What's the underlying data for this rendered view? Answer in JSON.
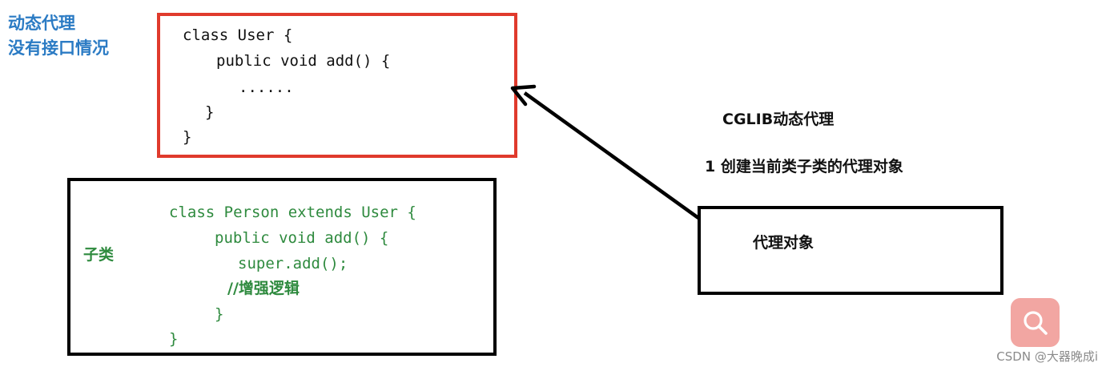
{
  "left_title": {
    "line1": "动态代理",
    "line2": "没有接口情况"
  },
  "user_class_box": {
    "lines": [
      "class User {",
      "public void add() {",
      "......",
      "}",
      "}"
    ]
  },
  "person_class_box": {
    "side_label": "子类",
    "lines": [
      "class Person extends User {",
      "public void add() {",
      "super.add();",
      "//增强逻辑",
      "}",
      "}"
    ]
  },
  "right_notes": {
    "title": "CGLIB动态代理",
    "step1": "1  创建当前类子类的代理对象"
  },
  "proxy_box": {
    "label": "代理对象"
  },
  "watermark": "CSDN @大器晚成i",
  "search_button": {
    "icon": "search-icon",
    "color": "#f2a6a2"
  },
  "colors": {
    "title_blue": "#2b7bc4",
    "red_box": "#e03a2c",
    "code_green": "#2e8a3e",
    "black": "#000000"
  }
}
